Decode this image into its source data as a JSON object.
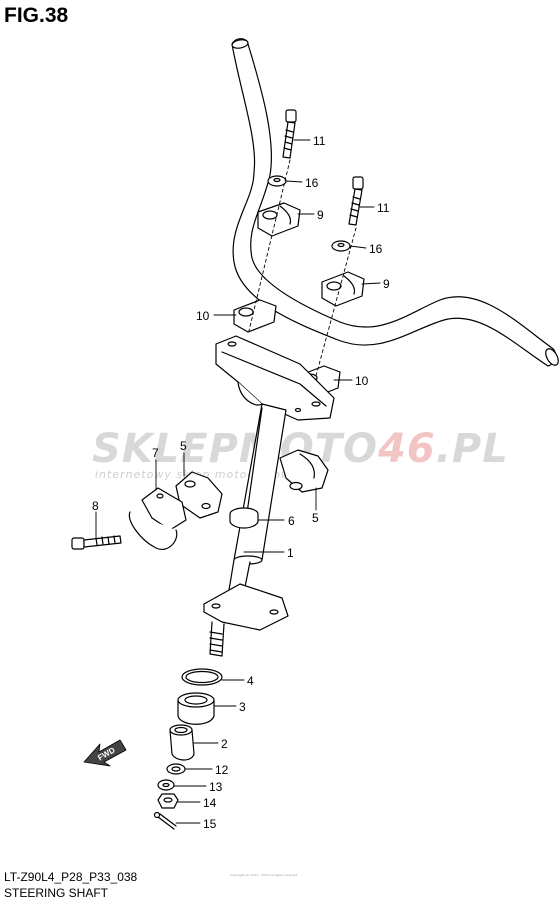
{
  "figure": {
    "title": "FIG.38",
    "code": "LT-Z90L4_P28_P33_038",
    "caption": "STEERING SHAFT"
  },
  "watermark": {
    "main_prefix": "SKLEPMOTO",
    "main_accent": "46",
    "main_suffix": ".PL",
    "sub": "internetowy sklep motocyklowy"
  },
  "direction_marker": {
    "label": "FWD"
  },
  "fine_print": "Copyright (c) 2014 - 2015 All rights reserved",
  "callouts": [
    {
      "id": "c11a",
      "label": "11"
    },
    {
      "id": "c16a",
      "label": "16"
    },
    {
      "id": "c9a",
      "label": "9"
    },
    {
      "id": "c11b",
      "label": "11"
    },
    {
      "id": "c16b",
      "label": "16"
    },
    {
      "id": "c9b",
      "label": "9"
    },
    {
      "id": "c10a",
      "label": "10"
    },
    {
      "id": "c10b",
      "label": "10"
    },
    {
      "id": "c5a",
      "label": "5"
    },
    {
      "id": "c7",
      "label": "7"
    },
    {
      "id": "c5b",
      "label": "5"
    },
    {
      "id": "c8",
      "label": "8"
    },
    {
      "id": "c6",
      "label": "6"
    },
    {
      "id": "c1",
      "label": "1"
    },
    {
      "id": "c4",
      "label": "4"
    },
    {
      "id": "c3",
      "label": "3"
    },
    {
      "id": "c2",
      "label": "2"
    },
    {
      "id": "c12",
      "label": "12"
    },
    {
      "id": "c13",
      "label": "13"
    },
    {
      "id": "c14",
      "label": "14"
    },
    {
      "id": "c15",
      "label": "15"
    }
  ],
  "colors": {
    "line": "#000000",
    "watermark_gray": "#d8d8d8",
    "watermark_red": "#f3c4c4"
  }
}
